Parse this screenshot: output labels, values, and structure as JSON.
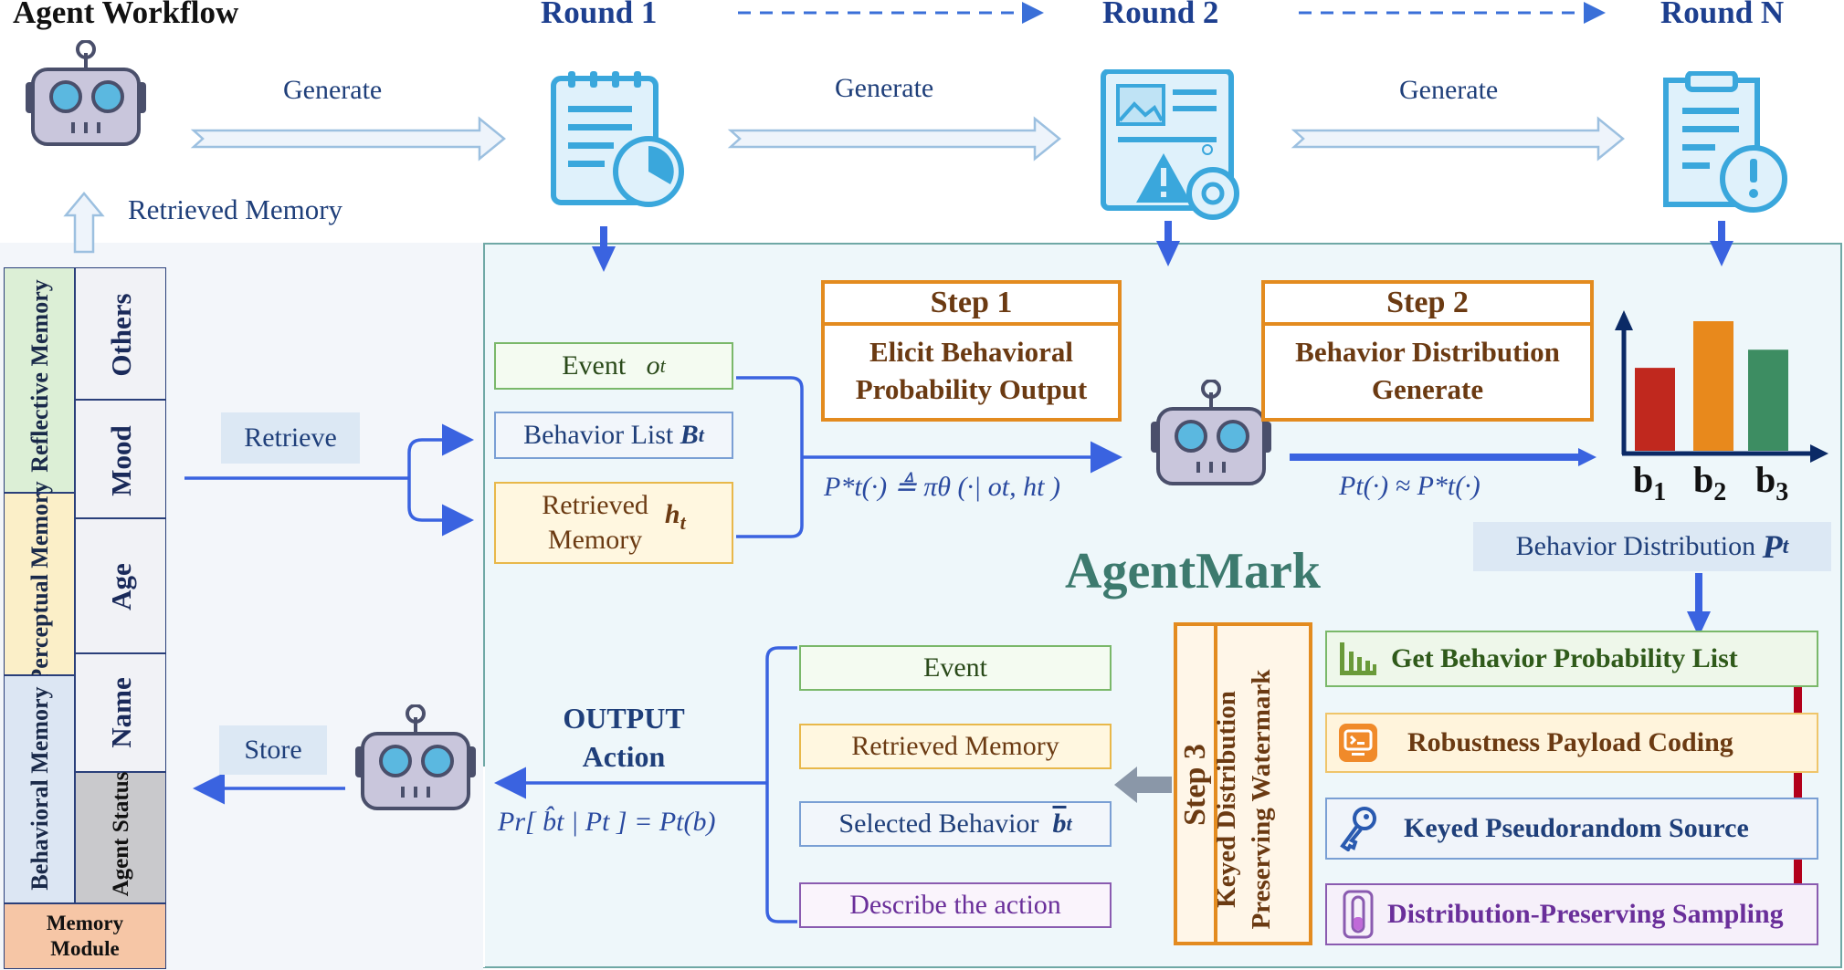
{
  "title": "Agent Workflow",
  "rounds": [
    "Round  1",
    "Round  2",
    "Round  N"
  ],
  "generate_label": "Generate",
  "retrieved_memory_label": "Retrieved Memory",
  "memory_module": {
    "categories": [
      "Reflective Memory",
      "Perceptual Memory",
      "Behavioral Memory"
    ],
    "items": [
      "Others",
      "Mood",
      "Age",
      "Name",
      "Agent Status"
    ],
    "footer": "Memory Module"
  },
  "retrieve_label": "Retrieve",
  "store_label": "Store",
  "inputs": {
    "event": "Event",
    "event_var": "o",
    "event_sub": "t",
    "behavior_list": "Behavior List",
    "behavior_var": "B",
    "behavior_sub": "t",
    "retrieved_line1": "Retrieved",
    "retrieved_line2": "Memory",
    "retrieved_var": "h",
    "retrieved_sub": "t"
  },
  "step1": {
    "title": "Step 1",
    "line1": "Elicit Behavioral",
    "line2": "Probability Output"
  },
  "step2": {
    "title": "Step 2",
    "line1": "Behavior Distribution",
    "line2": "Generate"
  },
  "step3": {
    "title": "Step 3",
    "line1": "Keyed Distribution",
    "line2": "Preserving Watermark"
  },
  "formula1": "P*t(·) ≜ πθ (·| ot, ht )",
  "formula2": "Pt(·) ≈ P*t(·)",
  "formula3": "Pr[ b̂t | Pt ] = Pt(b)",
  "agentmark_label": "AgentMark",
  "bar_chart": {
    "labels": [
      "b1",
      "b2",
      "b3"
    ],
    "relative_heights": [
      0.64,
      1.0,
      0.78
    ],
    "colors": [
      "#c0281e",
      "#e8891c",
      "#3d8d62"
    ]
  },
  "behavior_distribution_label": "Behavior Distribution",
  "behavior_distribution_var": "P",
  "behavior_distribution_sub": "t",
  "watermark_steps": [
    "Get Behavior Probability List",
    "Robustness  Payload Coding",
    "Keyed Pseudorandom Source",
    "Distribution-Preserving Sampling"
  ],
  "outputs": {
    "event": "Event",
    "retrieved_memory": "Retrieved Memory",
    "selected_behavior": "Selected Behavior",
    "selected_var": "b",
    "selected_sub": "t",
    "describe": "Describe the action"
  },
  "output_action": {
    "line1": "OUTPUT",
    "line2": "Action"
  }
}
